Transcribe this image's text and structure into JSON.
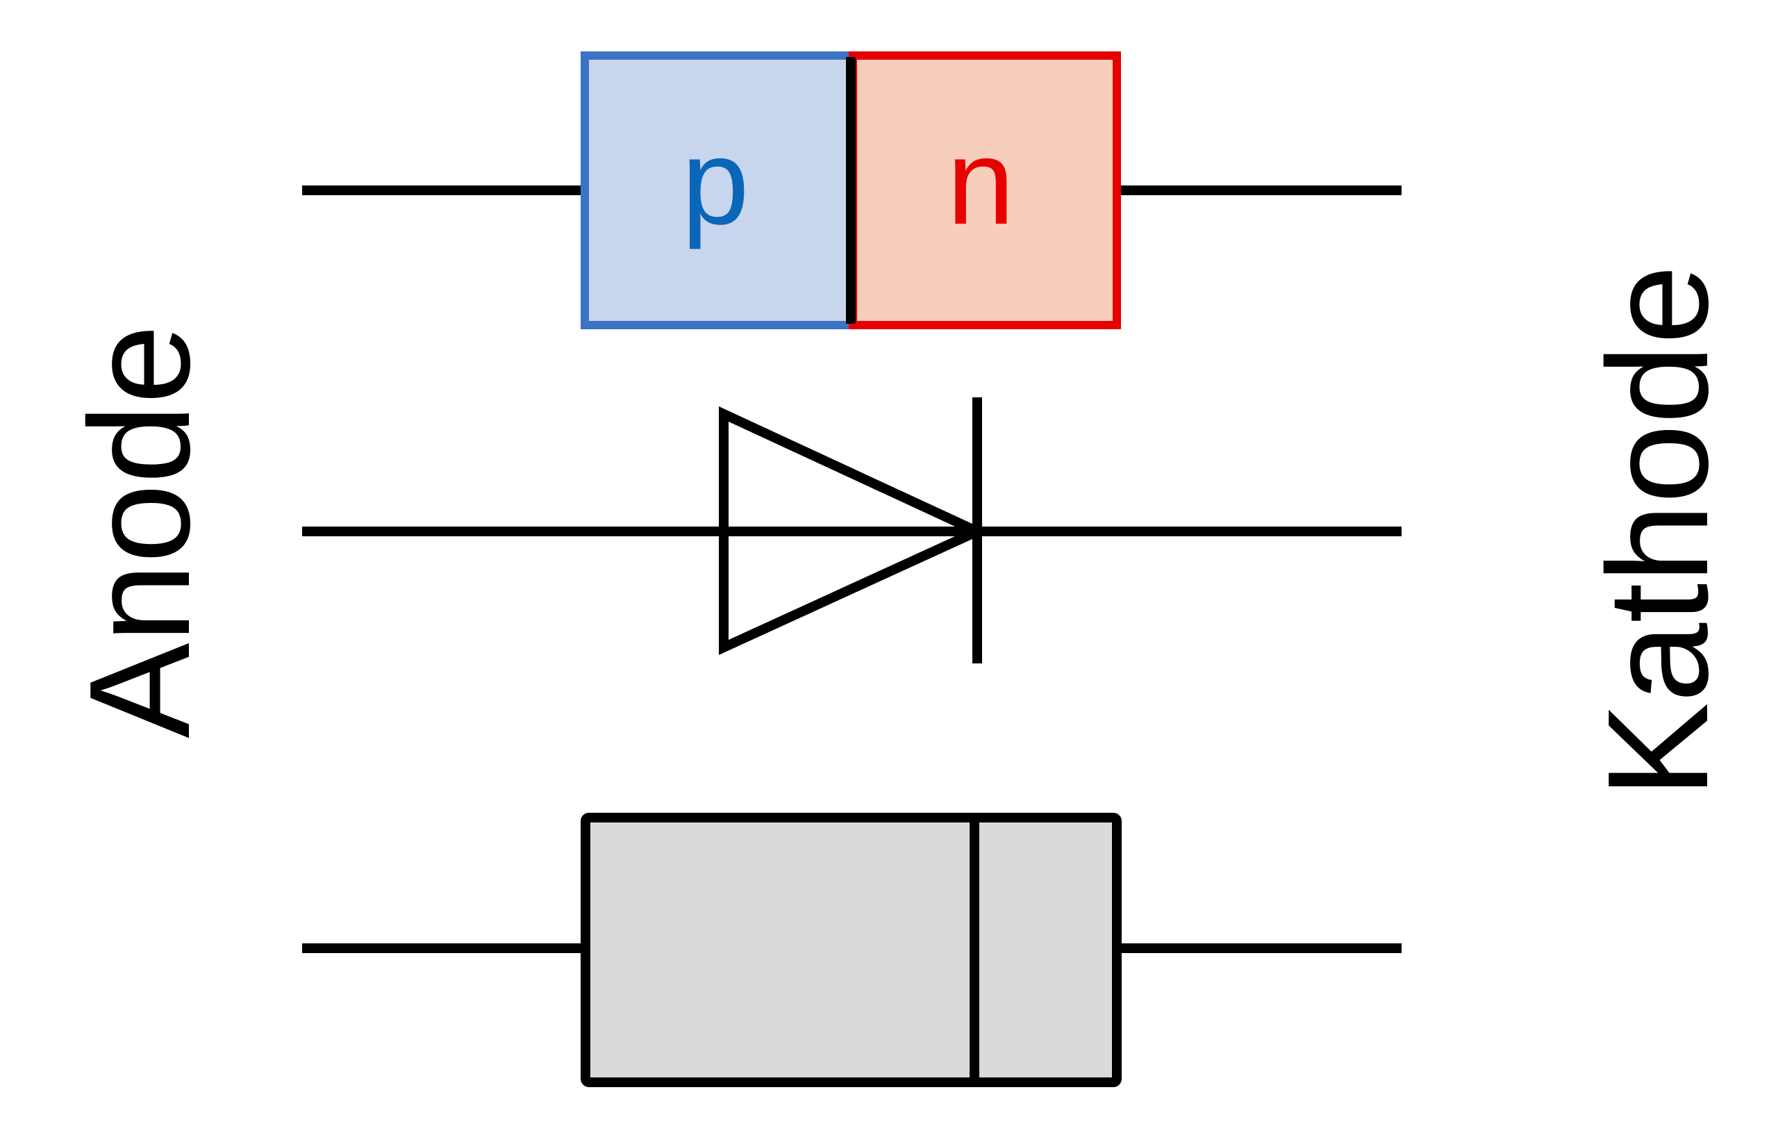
{
  "labels": {
    "anode": "Anode",
    "kathode": "Kathode"
  },
  "pn_junction": {
    "p_label": "p",
    "n_label": "n"
  },
  "colors": {
    "p_fill": "#c7d5ed",
    "p_border": "#3c74c4",
    "p_text": "#0a66b8",
    "n_fill": "#f7cdbb",
    "n_border": "#e60000",
    "n_text": "#e60000",
    "package_fill": "#d9dadc",
    "line": "#000000"
  }
}
